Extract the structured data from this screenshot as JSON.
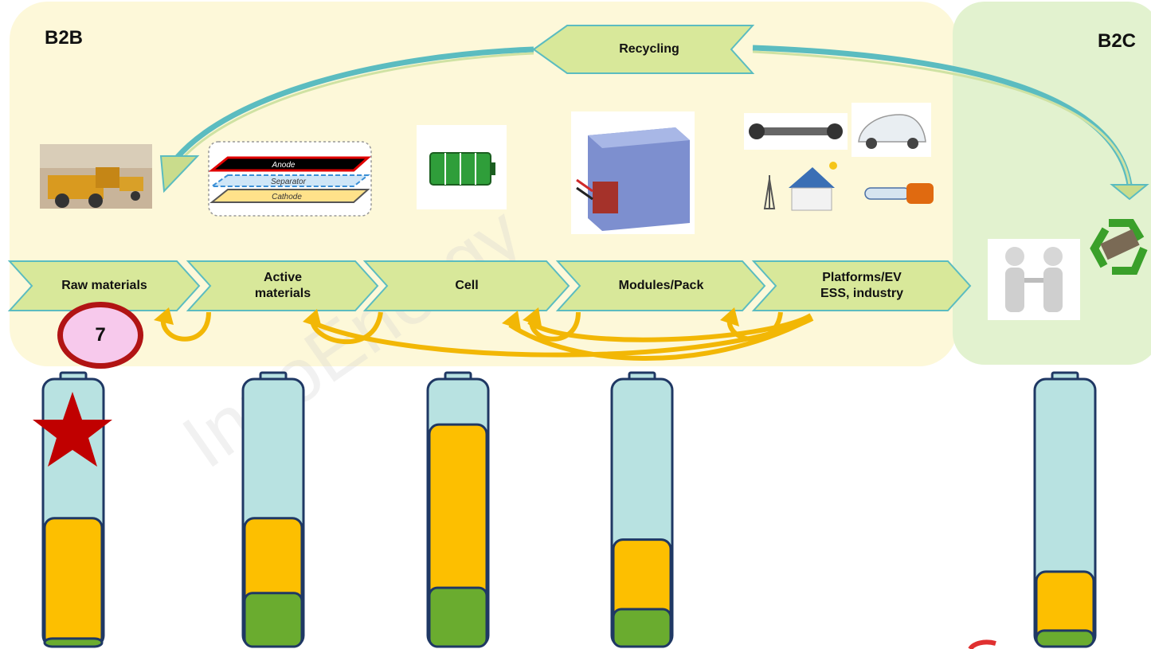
{
  "regions": {
    "b2b": "B2B",
    "b2c": "B2C"
  },
  "recycling_label": "Recycling",
  "value_chain": [
    {
      "label": "Raw materials"
    },
    {
      "label": "Active\nmaterials"
    },
    {
      "label": "Cell"
    },
    {
      "label": "Modules/Pack"
    },
    {
      "label": "Platforms/EV\nESS, industry"
    }
  ],
  "layers": {
    "anode": "Anode",
    "separator": "Separator",
    "cathode": "Cathode"
  },
  "badge": {
    "value": "7"
  },
  "watermark": "InnoEnergy",
  "colors": {
    "b2b_bg": "#fdf8d9",
    "b2c_bg": "#e2f2cf",
    "chevron": "#d8e89a",
    "battery_empty": "#b8e2e1",
    "battery_mid": "#fdbf00",
    "battery_low": "#6aac2f",
    "battery_outline": "#1f3864",
    "star": "#c00000",
    "loop_arrow": "#f2b705",
    "recycle_arrow": "#5bbcc0"
  },
  "battery_levels": [
    {
      "stage": "Raw materials",
      "orange_top_fraction": 0.48,
      "green_fraction": 0.03
    },
    {
      "stage": "Active materials",
      "orange_top_fraction": 0.48,
      "green_fraction": 0.2
    },
    {
      "stage": "Cell",
      "orange_top_fraction": 0.83,
      "green_fraction": 0.22
    },
    {
      "stage": "Modules/Pack",
      "orange_top_fraction": 0.4,
      "green_fraction": 0.14
    },
    {
      "stage": "B2C",
      "orange_top_fraction": 0.28,
      "green_fraction": 0.06
    }
  ]
}
